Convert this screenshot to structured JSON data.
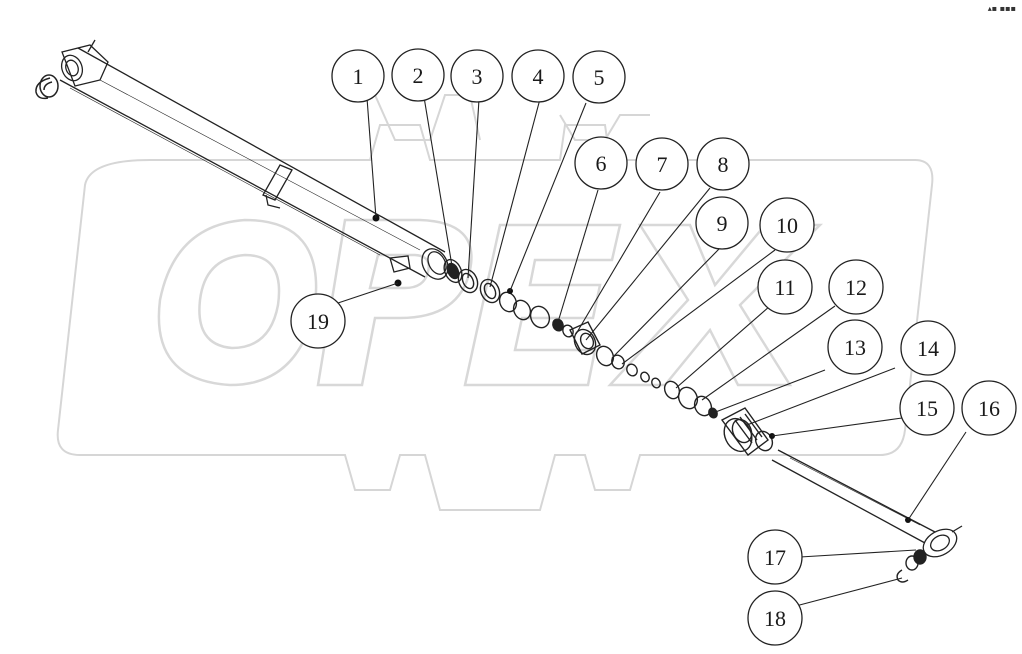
{
  "diagram": {
    "callouts": [
      {
        "id": "1",
        "label": "1"
      },
      {
        "id": "2",
        "label": "2"
      },
      {
        "id": "3",
        "label": "3"
      },
      {
        "id": "4",
        "label": "4"
      },
      {
        "id": "5",
        "label": "5"
      },
      {
        "id": "6",
        "label": "6"
      },
      {
        "id": "7",
        "label": "7"
      },
      {
        "id": "8",
        "label": "8"
      },
      {
        "id": "9",
        "label": "9"
      },
      {
        "id": "10",
        "label": "10"
      },
      {
        "id": "11",
        "label": "11"
      },
      {
        "id": "12",
        "label": "12"
      },
      {
        "id": "13",
        "label": "13"
      },
      {
        "id": "14",
        "label": "14"
      },
      {
        "id": "15",
        "label": "15"
      },
      {
        "id": "16",
        "label": "16"
      },
      {
        "id": "17",
        "label": "17"
      },
      {
        "id": "18",
        "label": "18"
      },
      {
        "id": "19",
        "label": "19"
      }
    ],
    "watermark": "OPEX",
    "corner_mark": "▴▪ ▪▪▪"
  }
}
